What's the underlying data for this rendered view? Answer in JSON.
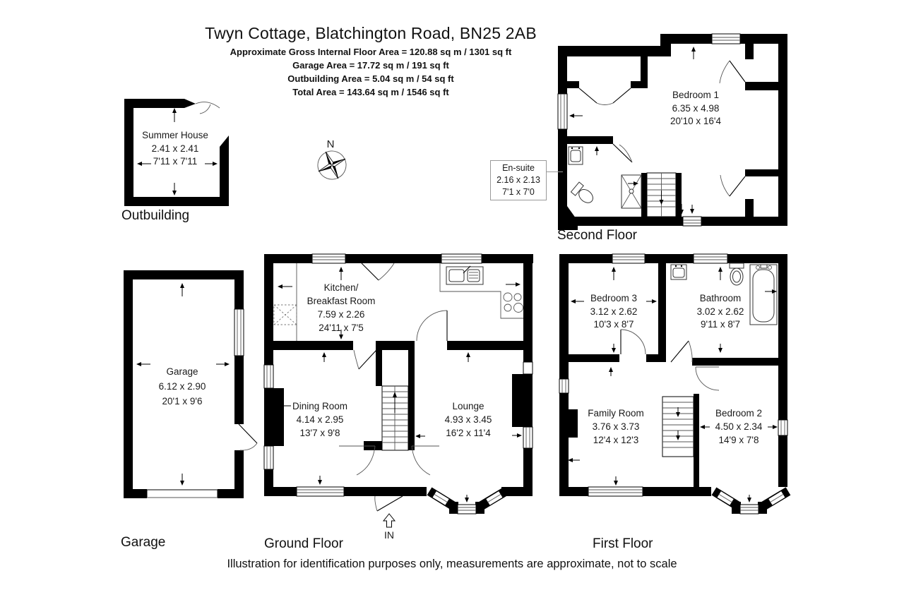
{
  "header": {
    "title": "Twyn Cottage, Blatchington Road, BN25 2AB",
    "line1": "Approximate Gross Internal Floor Area = 120.88 sq m / 1301 sq ft",
    "line2": "Garage Area = 17.72 sq m / 191 sq ft",
    "line3": "Outbuilding Area = 5.04 sq m / 54 sq ft",
    "line4": "Total Area = 143.64 sq m / 1546 sq ft"
  },
  "compass": {
    "north": "N"
  },
  "entry": {
    "label": "IN"
  },
  "footer": {
    "disclaimer": "Illustration for identification purposes only, measurements are approximate, not to scale"
  },
  "floors": {
    "outbuilding": {
      "label": "Outbuilding",
      "summer_house": {
        "name": "Summer House",
        "metric": "2.41 x 2.41",
        "imperial": "7'11 x 7'11"
      }
    },
    "second": {
      "label": "Second Floor",
      "bedroom1": {
        "name": "Bedroom 1",
        "metric": "6.35 x 4.98",
        "imperial": "20'10 x 16'4"
      },
      "ensuite": {
        "name": "En-suite",
        "metric": "2.16 x 2.13",
        "imperial": "7'1 x 7'0"
      }
    },
    "garage": {
      "label": "Garage",
      "garage_room": {
        "name": "Garage",
        "metric": "6.12 x 2.90",
        "imperial": "20'1 x 9'6"
      }
    },
    "ground": {
      "label": "Ground Floor",
      "kitchen": {
        "name1": "Kitchen/",
        "name2": "Breakfast Room",
        "metric": "7.59 x 2.26",
        "imperial": "24'11 x 7'5"
      },
      "dining": {
        "name": "Dining Room",
        "metric": "4.14 x 2.95",
        "imperial": "13'7 x 9'8"
      },
      "lounge": {
        "name": "Lounge",
        "metric": "4.93 x 3.45",
        "imperial": "16'2 x 11'4"
      }
    },
    "first": {
      "label": "First Floor",
      "bedroom3": {
        "name": "Bedroom 3",
        "metric": "3.12 x 2.62",
        "imperial": "10'3 x 8'7"
      },
      "bathroom": {
        "name": "Bathroom",
        "metric": "3.02 x 2.62",
        "imperial": "9'11 x 8'7"
      },
      "family": {
        "name": "Family Room",
        "metric": "3.76 x 3.73",
        "imperial": "12'4 x 12'3"
      },
      "bedroom2": {
        "name": "Bedroom 2",
        "metric": "4.50 x 2.34",
        "imperial": "14'9 x 7'8"
      }
    }
  },
  "colors": {
    "wall": "#000000",
    "background": "#ffffff",
    "text": "#1a1a1a"
  }
}
